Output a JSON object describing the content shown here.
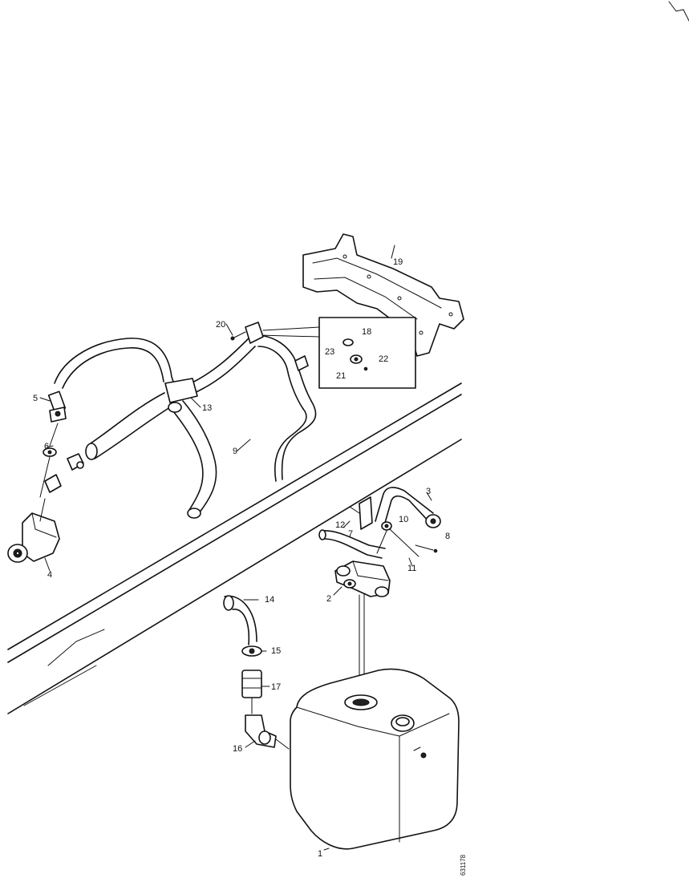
{
  "callouts": {
    "c1": "1",
    "c2": "2",
    "c3": "3",
    "c4": "4",
    "c5": "5",
    "c6": "6",
    "c7": "7",
    "c8": "8",
    "c9": "9",
    "c10": "10",
    "c11": "11",
    "c12": "12",
    "c13": "13",
    "c14": "14",
    "c15": "15",
    "c16": "16",
    "c17": "17",
    "c18": "18",
    "c19": "19",
    "c20": "20",
    "c21": "21",
    "c22": "22",
    "c23": "23"
  },
  "drawing_code": "631178"
}
